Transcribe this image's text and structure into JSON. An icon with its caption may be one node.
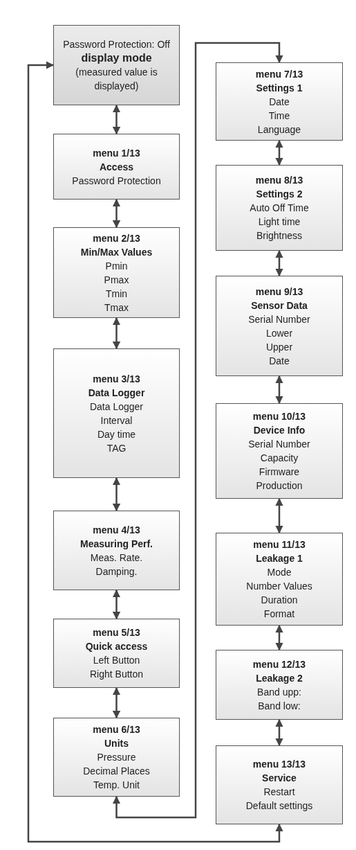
{
  "diagram": {
    "nodes": [
      {
        "text": [
          "Password Protection: Off",
          "display mode",
          "(measured value is displayed)"
        ]
      },
      {
        "text": [
          "menu 1/13",
          "Access",
          "Password Protection"
        ]
      },
      {
        "text": [
          "menu 2/13",
          "Min/Max Values",
          "Pmin",
          "Pmax",
          "Tmin",
          "Tmax"
        ]
      },
      {
        "text": [
          "menu 3/13",
          "Data Logger",
          "Data Logger",
          "Interval",
          "Day time",
          "TAG"
        ]
      },
      {
        "text": [
          "menu 4/13",
          "Measuring Perf.",
          "Meas. Rate.",
          "Damping."
        ]
      },
      {
        "text": [
          "menu 5/13",
          "Quick access",
          "Left Button",
          "Right Button"
        ]
      },
      {
        "text": [
          "menu 6/13",
          "Units",
          "Pressure",
          "Decimal Places",
          "Temp. Unit"
        ]
      },
      {
        "text": [
          "menu 7/13",
          "Settings 1",
          "Date",
          "Time",
          "Language"
        ]
      },
      {
        "text": [
          "menu 8/13",
          "Settings 2",
          "Auto Off Time",
          "Light time",
          "Brightness"
        ]
      },
      {
        "text": [
          "menu 9/13",
          "Sensor Data",
          "Serial Number",
          "Lower",
          "Upper",
          "Date"
        ]
      },
      {
        "text": [
          "menu 10/13",
          "Device Info",
          "Serial Number",
          "Capacity",
          "Firmware",
          "Production"
        ]
      },
      {
        "text": [
          "menu 11/13",
          "Leakage 1",
          "Mode",
          "Number Values",
          "Duration",
          "Format"
        ]
      },
      {
        "text": [
          "menu 12/13",
          "Leakage 2",
          "Band upp:",
          "Band low:"
        ]
      },
      {
        "text": [
          "menu 13/13",
          "Service",
          "Restart",
          "Default settings"
        ]
      }
    ],
    "edges": [
      {
        "from": 0,
        "to": 1,
        "arrow": "both"
      },
      {
        "from": 1,
        "to": 2,
        "arrow": "both"
      },
      {
        "from": 2,
        "to": 3,
        "arrow": "both"
      },
      {
        "from": 3,
        "to": 4,
        "arrow": "both"
      },
      {
        "from": 4,
        "to": 5,
        "arrow": "both"
      },
      {
        "from": 5,
        "to": 6,
        "arrow": "both"
      },
      {
        "from": 7,
        "to": 8,
        "arrow": "both"
      },
      {
        "from": 8,
        "to": 9,
        "arrow": "both"
      },
      {
        "from": 9,
        "to": 10,
        "arrow": "both"
      },
      {
        "from": 10,
        "to": 11,
        "arrow": "both"
      },
      {
        "from": 11,
        "to": 12,
        "arrow": "both"
      },
      {
        "from": 12,
        "to": 13,
        "arrow": "both"
      },
      {
        "from": 6,
        "to": 7,
        "arrow": "both"
      },
      {
        "from": 13,
        "to": 0,
        "arrow": "both"
      }
    ]
  }
}
